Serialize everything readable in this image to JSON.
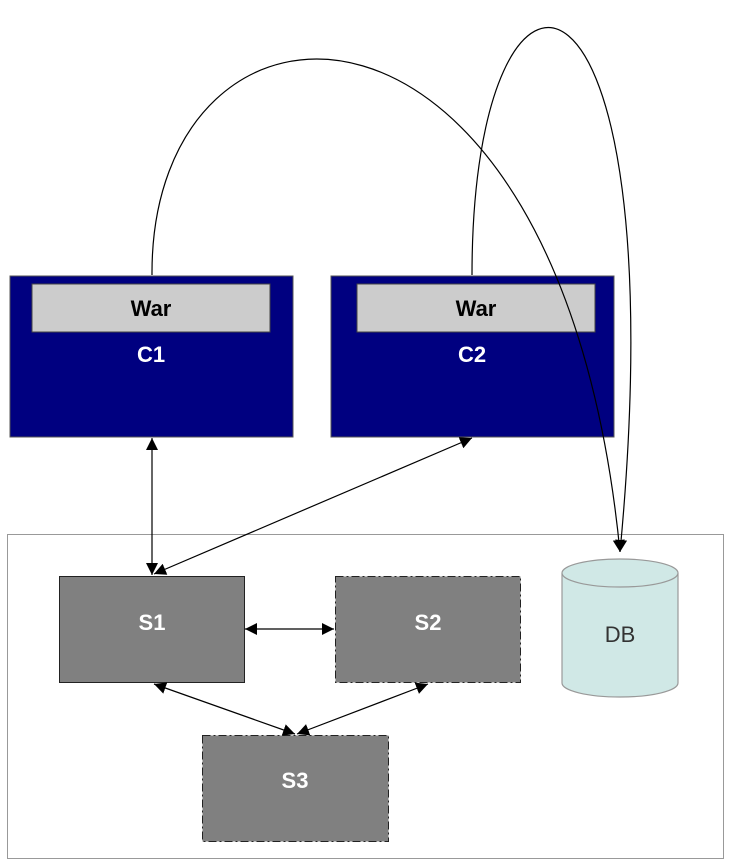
{
  "colors": {
    "client_fill": "#000080",
    "war_fill": "#cccccc",
    "server_fill": "#808080",
    "db_fill": "#d0e8e6",
    "db_stroke": "#999999",
    "container_stroke": "#999999"
  },
  "clients": [
    {
      "label": "C1",
      "war_label": "War"
    },
    {
      "label": "C2",
      "war_label": "War"
    }
  ],
  "servers": [
    {
      "label": "S1",
      "border": "solid"
    },
    {
      "label": "S2",
      "border": "dashed"
    },
    {
      "label": "S3",
      "border": "dashed"
    }
  ],
  "database": {
    "label": "DB"
  },
  "edges": [
    {
      "from": "C1",
      "to": "S1",
      "direction": "both"
    },
    {
      "from": "C2",
      "to": "S1",
      "direction": "both"
    },
    {
      "from": "S1",
      "to": "S2",
      "direction": "both"
    },
    {
      "from": "S1",
      "to": "S3",
      "direction": "both"
    },
    {
      "from": "S2",
      "to": "S3",
      "direction": "both"
    },
    {
      "from": "C1",
      "to": "DB",
      "direction": "forward"
    },
    {
      "from": "C2",
      "to": "DB",
      "direction": "forward"
    }
  ]
}
